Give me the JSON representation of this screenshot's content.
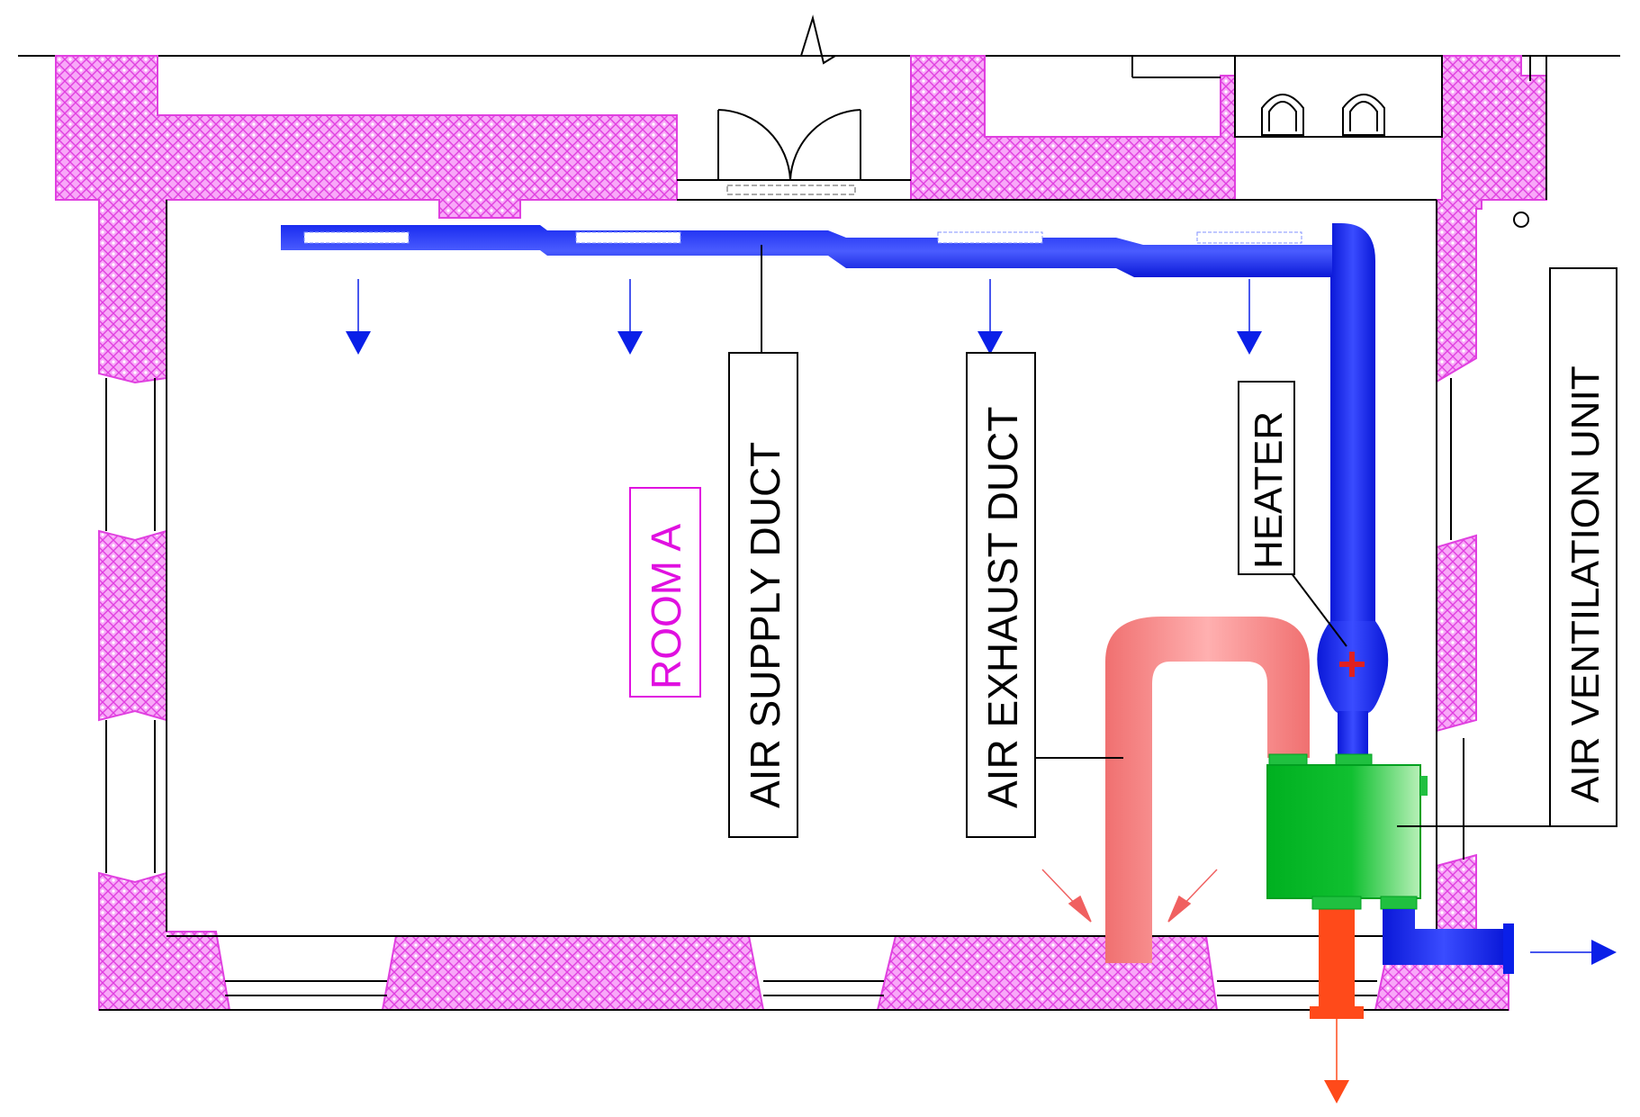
{
  "labels": {
    "room": "ROOM A",
    "supply_duct": "AIR SUPPLY DUCT",
    "exhaust_duct": "AIR EXHAUST DUCT",
    "heater": "HEATER",
    "ventilation_unit": "AIR VENTILATION UNIT"
  },
  "colors": {
    "wall": "#f080f0",
    "wall_hatch": "#e040e0",
    "room_label": "#e010e0",
    "supply": "#0a1fe8",
    "exhaust": "#f06060",
    "exhaust_outlet": "#ff4a1a",
    "unit_green": "#00b020",
    "heater_cross": "#e02020"
  }
}
